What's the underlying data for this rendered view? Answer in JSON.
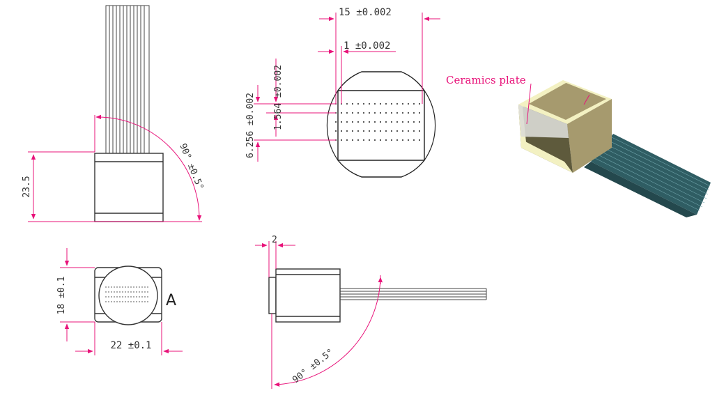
{
  "colors": {
    "dimension": "#e8137a",
    "outline": "#333333",
    "cable": "#2f5d63",
    "cube_face": "#a69a6e",
    "cube_dark": "#5e5a3c",
    "ceramic": "#f3f1c2"
  },
  "labels": {
    "side_height": "23.5",
    "bend_angle_top": "90°  ±0.5°",
    "width": "22  ±0.1",
    "height": "18  ±0.1",
    "view_marker": "A",
    "pitch_x": "15  ±0.002",
    "spacing_x": "1  ±0.002",
    "spacing_y_small": "1.564  ±0.002",
    "spacing_y_total": "6.256  ±0.002",
    "flange": "2",
    "bend_angle_bottom": "90°  ±0.5°",
    "ceramics": "Ceramics plate"
  }
}
